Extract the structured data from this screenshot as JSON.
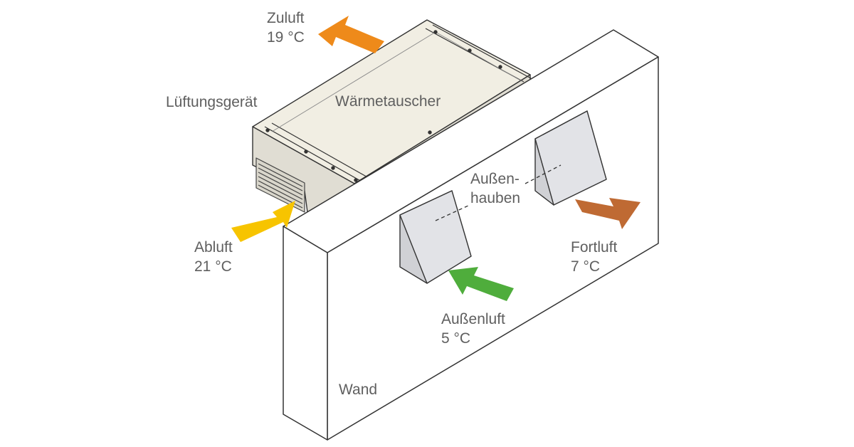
{
  "labels": {
    "zuluft_title": "Zuluft",
    "zuluft_temp": "19 °C",
    "device": "Lüftungsgerät",
    "heat_exchanger": "Wärmetauscher",
    "abluft_title": "Abluft",
    "abluft_temp": "21 °C",
    "hoods_line1": "Außen-",
    "hoods_line2": "hauben",
    "fortluft_title": "Fortluft",
    "fortluft_temp": "7 °C",
    "aussenluft_title": "Außenluft",
    "aussenluft_temp": "5 °C",
    "wall": "Wand"
  },
  "colors": {
    "zuluft": "#ee8a1a",
    "abluft": "#f7c400",
    "fortluft": "#bf6a33",
    "aussenluft": "#4fad3c",
    "device_body": "#f1eee3",
    "wall": "#ffffff",
    "hood": "#e2e3e7",
    "text": "#5f5f5f"
  },
  "icons": {
    "zuluft_arrow": "arrow-icon",
    "abluft_arrow": "arrow-icon",
    "fortluft_arrow": "arrow-icon",
    "aussenluft_arrow": "arrow-icon"
  }
}
